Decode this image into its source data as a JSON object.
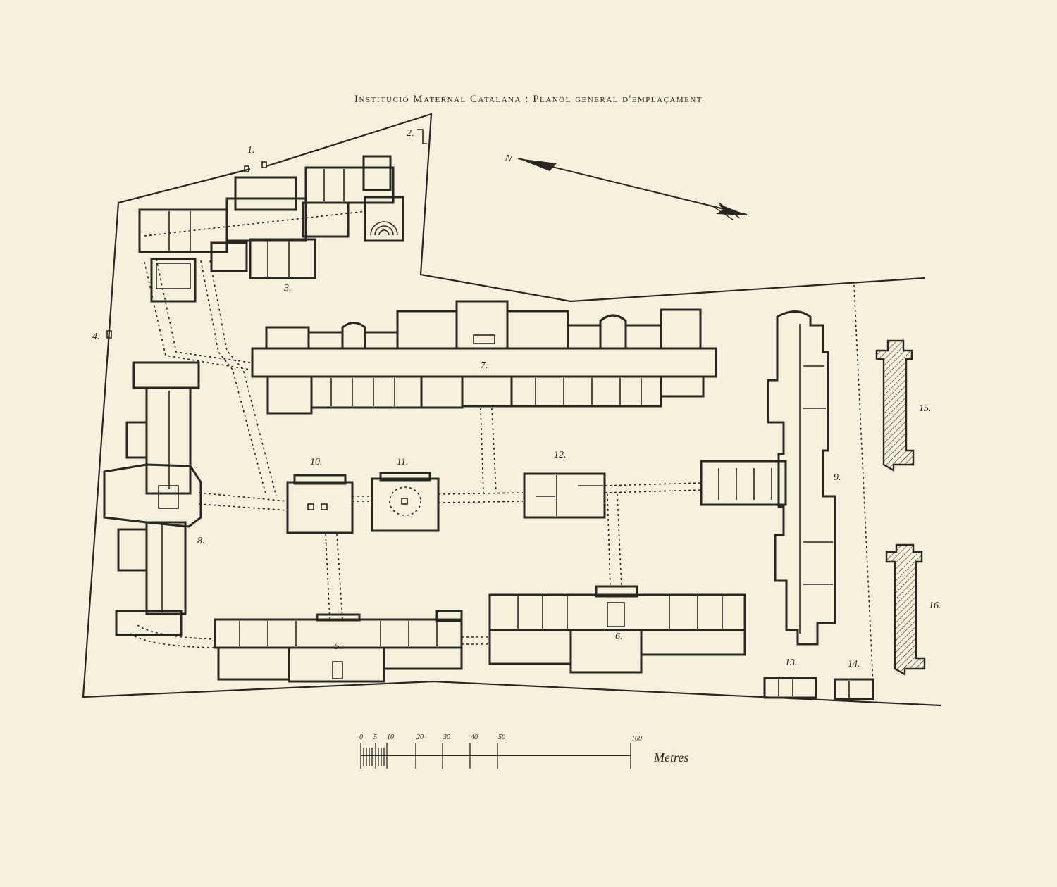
{
  "title": "Institució Maternal Catalana : Plànol general d'emplaçament",
  "colors": {
    "paper": "#f6f1dd",
    "ink": "#2a2622"
  },
  "north_arrow_label": "N",
  "building_labels": [
    "1.",
    "2.",
    "3.",
    "4.",
    "5.",
    "6.",
    "7.",
    "8.",
    "9.",
    "10.",
    "11.",
    "12.",
    "13.",
    "14.",
    "15.",
    "16."
  ],
  "scale": {
    "ticks": [
      "0",
      "5",
      "10",
      "20",
      "30",
      "40",
      "50",
      "100"
    ],
    "unit": "Metres"
  }
}
